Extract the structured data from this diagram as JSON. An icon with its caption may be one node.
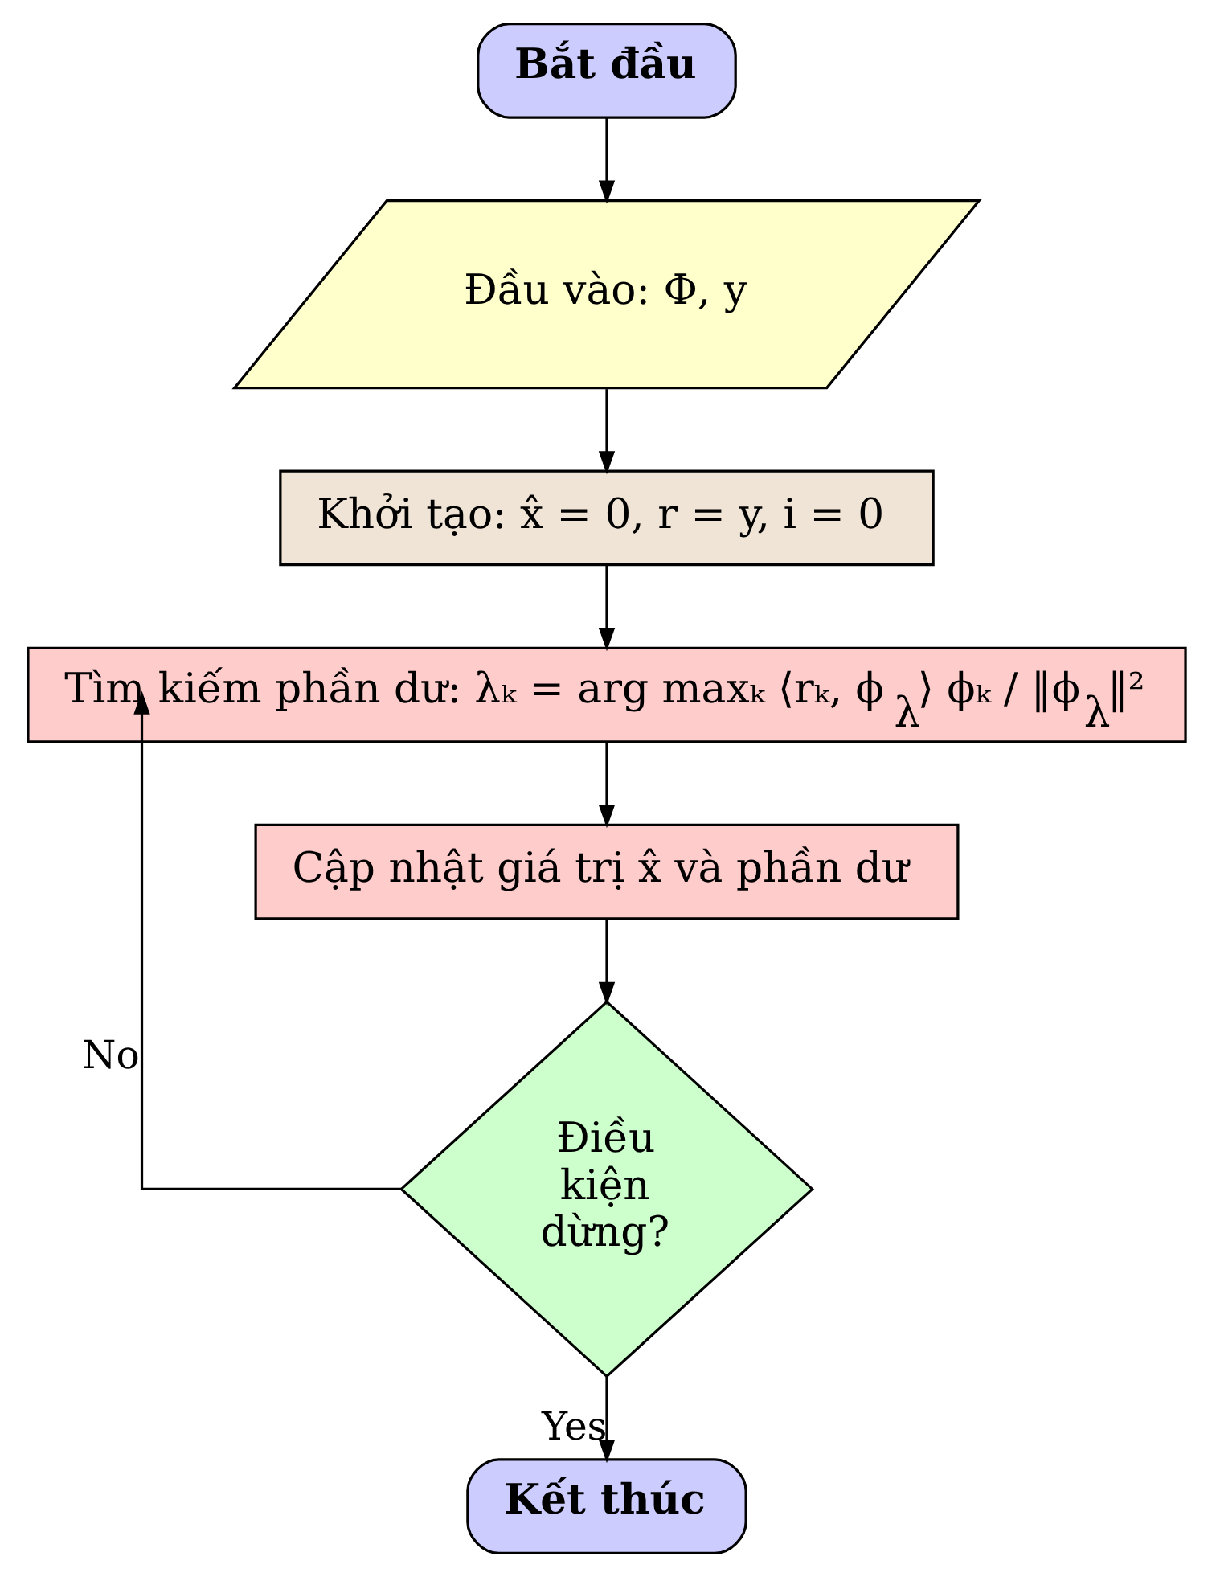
{
  "diagram": {
    "nodes": [
      {
        "text": [
          "Bắt đầu"
        ]
      },
      {
        "text": [
          "Đầu vào: Φ, y"
        ]
      },
      {
        "text": [
          "Khởi tạo: x̂ = 0, r = y, i = 0"
        ]
      },
      {
        "text": [
          "Tìm kiếm phần dư: λₖ = arg maxₖ ⟨rₖ, ϕ$_{λ}$⟩ ϕₖ / ‖ϕ$_{λ}$‖²"
        ]
      },
      {
        "text": [
          "Cập nhật giá trị x̂ và phần dư"
        ]
      },
      {
        "text": [
          "Điều kiện dừng?"
        ]
      },
      {
        "text": [
          "Kết thúc"
        ]
      }
    ],
    "edges": [
      {
        "from": 0,
        "to": 1,
        "arrow": "to"
      },
      {
        "from": 1,
        "to": 2,
        "arrow": "to"
      },
      {
        "from": 2,
        "to": 3,
        "arrow": "to"
      },
      {
        "from": 3,
        "to": 4,
        "arrow": "to"
      },
      {
        "from": 4,
        "to": 5,
        "arrow": "to"
      },
      {
        "from": 5,
        "to": 3,
        "arrow": "to",
        "label": "No"
      },
      {
        "from": 5,
        "to": 6,
        "arrow": "to",
        "label": "Yes"
      }
    ]
  }
}
